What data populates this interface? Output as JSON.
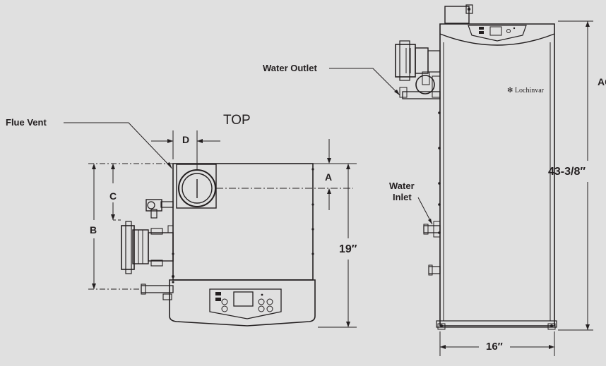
{
  "labels": {
    "water_outlet": "Water Outlet",
    "flue_vent": "Flue Vent",
    "top": "TOP",
    "water_inlet_1": "Water",
    "water_inlet_2": "Inlet",
    "brand": "Lochinvar"
  },
  "dimensions": {
    "a": "A",
    "b": "B",
    "c": "C",
    "d": "D",
    "top_depth": "19″",
    "height": "43-3/8″",
    "width": "16″",
    "ac": "AC"
  },
  "colors": {
    "background": "#e0e0e0",
    "line": "#231f20",
    "body": "#ffffff"
  }
}
